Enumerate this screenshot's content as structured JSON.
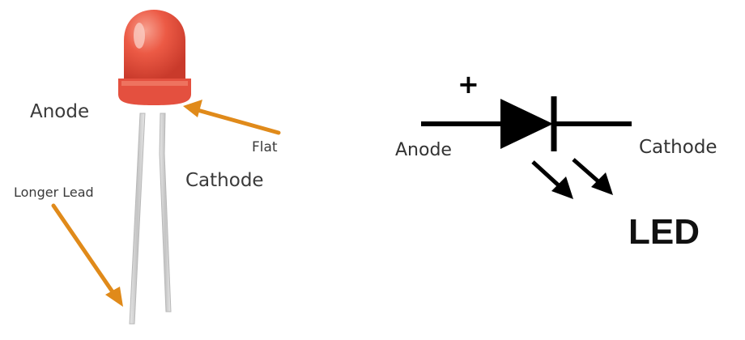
{
  "photo": {
    "labels": {
      "anode": "Anode",
      "flat": "Flat",
      "cathode": "Cathode",
      "longer_lead": "Longer Lead"
    },
    "colors": {
      "led_body": "#e8483a",
      "arrow": "#e08a1a",
      "lead": "#c9c9c9"
    }
  },
  "symbol": {
    "plus": "+",
    "anode_label": "Anode",
    "cathode_label": "Cathode",
    "title": "LED",
    "colors": {
      "line": "#000000"
    }
  }
}
